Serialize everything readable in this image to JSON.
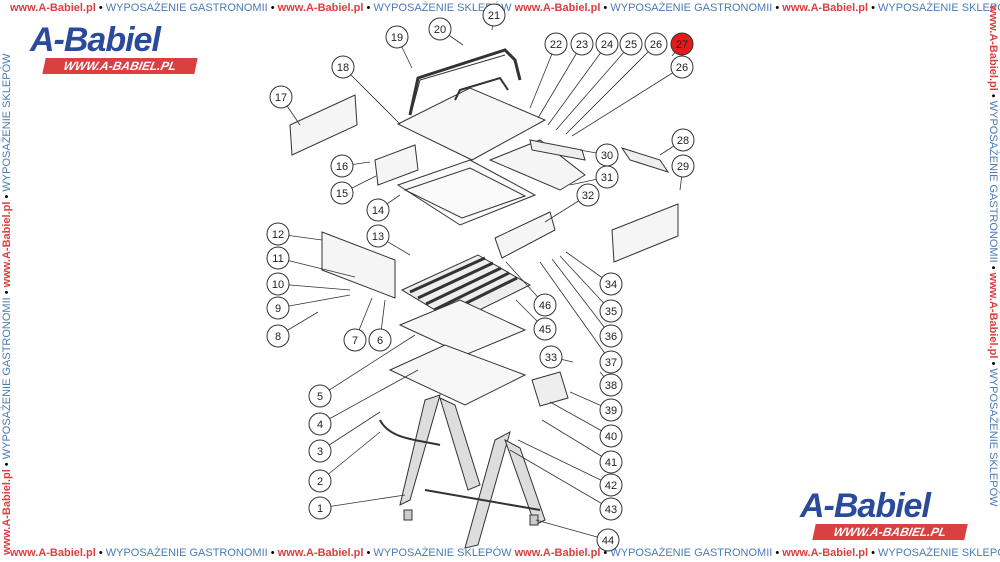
{
  "header_strip": [
    "www.A-Babiel.pl",
    "WYPOSAŻENIE GASTRONOMII",
    "www.A-Babiel.pl",
    "WYPOSAŻENIE SKLEPÓW",
    "www.A-Babiel.pl",
    "WYPOSAŻENIE GASTRONOMII",
    "www.A-Babiel.pl",
    "WYPOSAŻENIE SKLEPÓW"
  ],
  "footer_strip": [
    "www.A-Babiel.pl",
    "WYPOSAŻENIE GASTRONOMII",
    "www.A-Babiel.pl",
    "WYPOSAŻENIE SKLEPÓW",
    "www.A-Babiel.pl",
    "WYPOSAŻENIE GASTRONOMII",
    "www.A-Babiel.pl",
    "WYPOSAŻENIE SKLEPÓW"
  ],
  "left_strip": [
    "www.A-Babiel.pl",
    "WYPOSAŻENIE GASTRONOMII",
    "www.A-Babiel.pl",
    "WYPOSAŻENIE SKLEPÓW"
  ],
  "right_strip": [
    "www.A-Babiel.pl",
    "WYPOSAŻENIE GASTRONOMII",
    "www.A-Babiel.pl",
    "WYPOSAŻENIE SKLEPÓW"
  ],
  "logo": {
    "name": "A-Babiel",
    "url": "WWW.A-BABIEL.PL"
  },
  "colors": {
    "brand_blue": "#2a4a9a",
    "brand_red": "#d94040",
    "strip_blue": "#4a7bb7",
    "line": "#333333",
    "highlight": "#e41b1b"
  },
  "callouts": [
    {
      "label": "1"
    },
    {
      "label": "2"
    },
    {
      "label": "3"
    },
    {
      "label": "4"
    },
    {
      "label": "5"
    },
    {
      "label": "6"
    },
    {
      "label": "7"
    },
    {
      "label": "8"
    },
    {
      "label": "9"
    },
    {
      "label": "10"
    },
    {
      "label": "11"
    },
    {
      "label": "12"
    },
    {
      "label": "13"
    },
    {
      "label": "14"
    },
    {
      "label": "15"
    },
    {
      "label": "16"
    },
    {
      "label": "17"
    },
    {
      "label": "18"
    },
    {
      "label": "19"
    },
    {
      "label": "20"
    },
    {
      "label": "21"
    },
    {
      "label": "22"
    },
    {
      "label": "23"
    },
    {
      "label": "24"
    },
    {
      "label": "25"
    },
    {
      "label": "26"
    },
    {
      "label": "27",
      "highlighted": true
    },
    {
      "label": "26"
    },
    {
      "label": "28"
    },
    {
      "label": "29"
    },
    {
      "label": "30"
    },
    {
      "label": "31"
    },
    {
      "label": "32"
    },
    {
      "label": "33"
    },
    {
      "label": "34"
    },
    {
      "label": "35"
    },
    {
      "label": "36"
    },
    {
      "label": "37"
    },
    {
      "label": "38"
    },
    {
      "label": "39"
    },
    {
      "label": "40"
    },
    {
      "label": "41"
    },
    {
      "label": "42"
    },
    {
      "label": "43"
    },
    {
      "label": "44"
    },
    {
      "label": "45"
    },
    {
      "label": "46"
    }
  ]
}
